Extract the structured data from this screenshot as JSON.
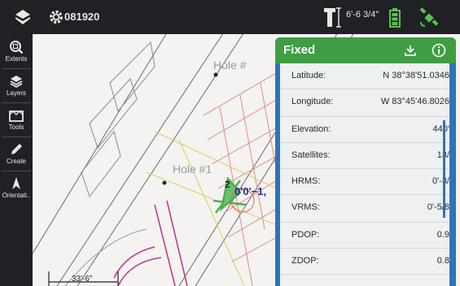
{
  "topbar": {
    "project_id": "081920",
    "rod_height": "6'-6 3/4\"",
    "icons": [
      "app-logo-icon",
      "gear-icon",
      "rod-icon",
      "battery-icon",
      "satellite-icon"
    ],
    "colors": {
      "battery": "#58c14b",
      "satellite": "#58c14b"
    }
  },
  "sidebar": {
    "items": [
      {
        "label": "Extents",
        "icon": "extents-icon"
      },
      {
        "label": "Layers",
        "icon": "layers-icon"
      },
      {
        "label": "Tools",
        "icon": "tools-icon"
      },
      {
        "label": "Create",
        "icon": "pencil-icon"
      },
      {
        "label": "Orientati..",
        "icon": "orientation-icon"
      }
    ]
  },
  "map": {
    "labels": [
      "Hole #",
      "Hole #1",
      "0'0'−1,"
    ],
    "scale_label": "33'-6\"",
    "point_number": "2"
  },
  "gnss_panel": {
    "status": "Fixed",
    "colors": {
      "header": "#3f9e43",
      "frame": "#2f73b8"
    },
    "rows": [
      {
        "label": "Latitude:",
        "value": "N 38°38'51.0346"
      },
      {
        "label": "Longitude:",
        "value": "W 83°45'46.8026"
      },
      {
        "label": "Elevation:",
        "value": "440'"
      },
      {
        "label": "Satellites:",
        "value": "13/"
      },
      {
        "label": "HRMS:",
        "value": "0'-3/"
      },
      {
        "label": "VRMS:",
        "value": "0'-5/8"
      },
      {
        "label": "PDOP:",
        "value": "0.9"
      },
      {
        "label": "ZDOP:",
        "value": "0.8"
      }
    ]
  }
}
